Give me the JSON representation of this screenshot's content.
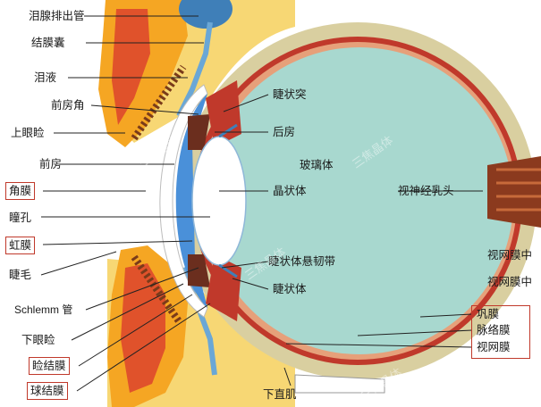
{
  "labels": {
    "lacrimal_duct": "泪腺排出管",
    "conjunctival_sac": "结膜囊",
    "tears": "泪液",
    "anterior_chamber_angle": "前房角",
    "upper_eyelid": "上眼睑",
    "anterior_chamber": "前房",
    "cornea": "角膜",
    "pupil": "瞳孔",
    "iris": "虹膜",
    "eyelash": "睫毛",
    "schlemm_canal": "Schlemm 管",
    "lower_eyelid": "下眼睑",
    "palpebral_conjunctiva": "睑结膜",
    "bulbar_conjunctiva": "球结膜",
    "ciliary_process": "睫状突",
    "posterior_chamber": "后房",
    "vitreous_body": "玻璃体",
    "lens": "晶状体",
    "zonule": "睫状体悬韧带",
    "ciliary_body": "睫状体",
    "optic_disc": "视神经乳头",
    "optic_nerve_partial": "视网膜中",
    "retina_partial": "视网膜中",
    "sclera": "巩膜",
    "choroid": "脉络膜",
    "retina": "视网膜",
    "inferior_rectus": "下直肌"
  },
  "watermark": "三焦晶体",
  "colors": {
    "vitreous": "#a8d8cf",
    "sclera": "#d9cfa0",
    "choroid": "#c0392b",
    "cornea_blue": "#4a90d9",
    "eyelid_orange": "#f5a623",
    "eyelid_red": "#e0522b",
    "fat_yellow": "#f7d774",
    "label_box": "#c0392b"
  }
}
